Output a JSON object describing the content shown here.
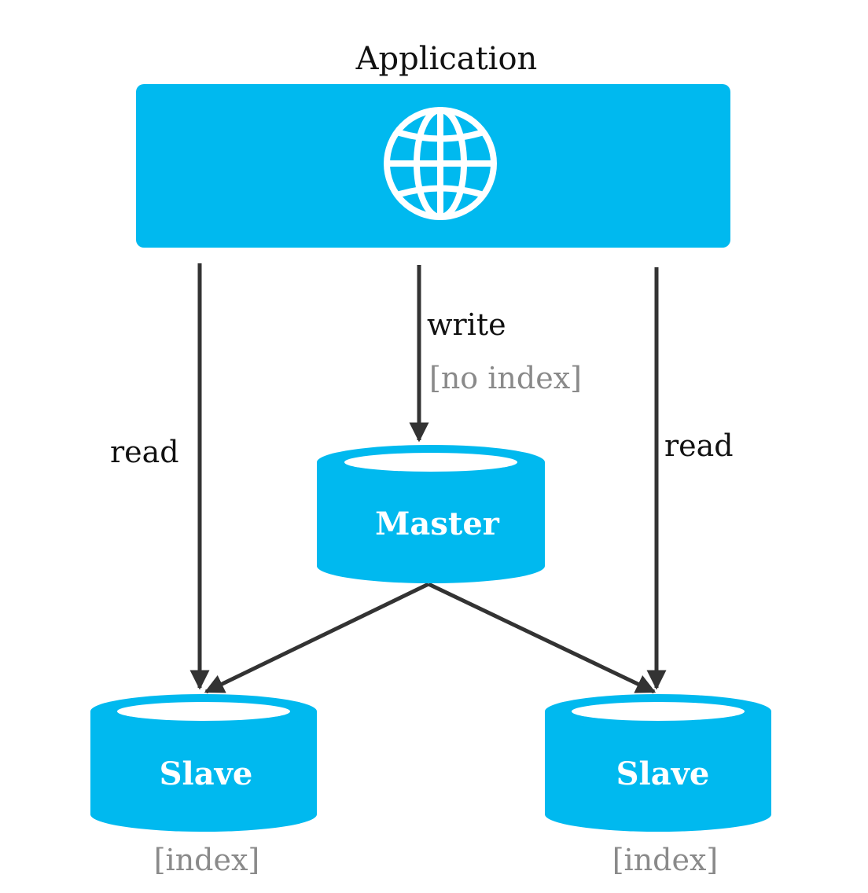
{
  "application": {
    "title": "Application",
    "icon": "globe-icon"
  },
  "edges": {
    "read_left": "read",
    "write": "write",
    "write_note": "[no index]",
    "read_right": "read"
  },
  "nodes": {
    "master": {
      "label": "Master"
    },
    "slave_left": {
      "label": "Slave",
      "note": "[index]"
    },
    "slave_right": {
      "label": "Slave",
      "note": "[index]"
    }
  },
  "colors": {
    "accent": "#00b9ef",
    "arrow": "#333333",
    "note": "#8a8a8a",
    "text": "#111111",
    "node_text": "#ffffff"
  }
}
